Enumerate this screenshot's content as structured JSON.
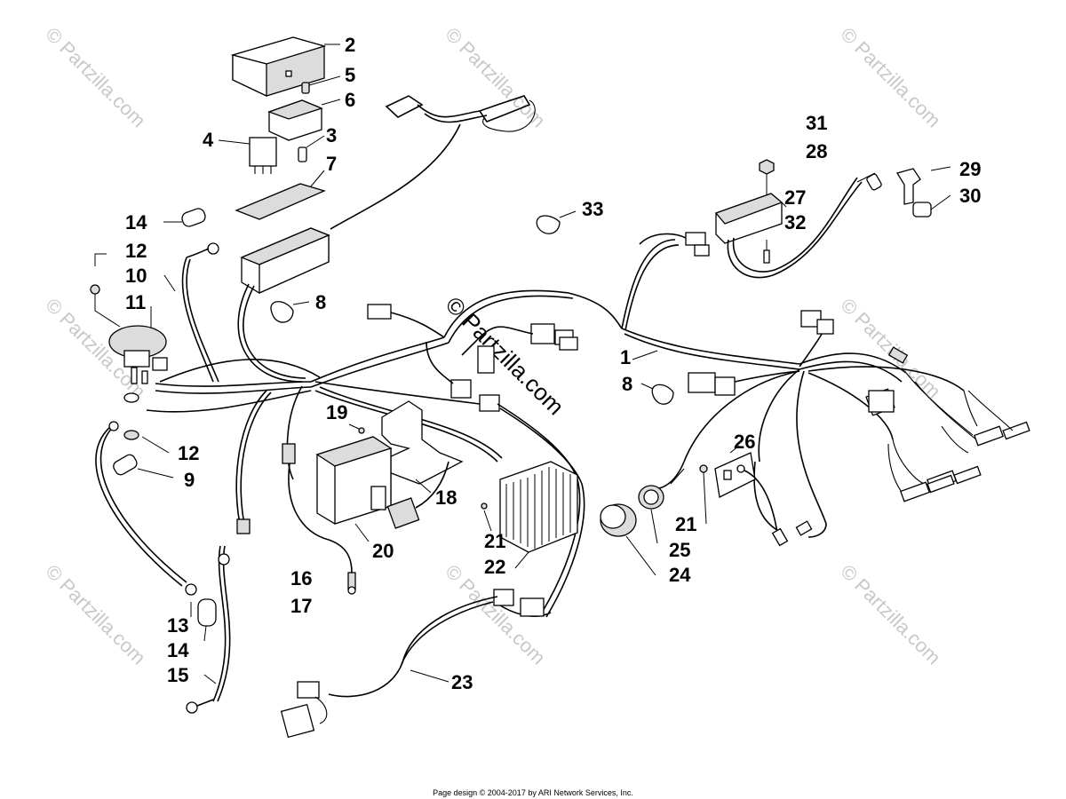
{
  "watermark": "© Partzilla.com",
  "footer": "Page design © 2004-2017 by ARI Network Services, Inc.",
  "callouts": [
    {
      "id": "c2",
      "text": "2"
    },
    {
      "id": "c5",
      "text": "5"
    },
    {
      "id": "c6",
      "text": "6"
    },
    {
      "id": "c4",
      "text": "4"
    },
    {
      "id": "c3",
      "text": "3"
    },
    {
      "id": "c7",
      "text": "7"
    },
    {
      "id": "c14a",
      "text": "14"
    },
    {
      "id": "c12a",
      "text": "12"
    },
    {
      "id": "c10",
      "text": "10"
    },
    {
      "id": "c11",
      "text": "11"
    },
    {
      "id": "c8a",
      "text": "8"
    },
    {
      "id": "c12b",
      "text": "12"
    },
    {
      "id": "c9",
      "text": "9"
    },
    {
      "id": "c31",
      "text": "31"
    },
    {
      "id": "c28",
      "text": "28"
    },
    {
      "id": "c29",
      "text": "29"
    },
    {
      "id": "c30",
      "text": "30"
    },
    {
      "id": "c27",
      "text": "27"
    },
    {
      "id": "c32",
      "text": "32"
    },
    {
      "id": "c33",
      "text": "33"
    },
    {
      "id": "c1",
      "text": "1"
    },
    {
      "id": "c8b",
      "text": "8"
    },
    {
      "id": "c19",
      "text": "19"
    },
    {
      "id": "c18",
      "text": "18"
    },
    {
      "id": "c20",
      "text": "20"
    },
    {
      "id": "c16",
      "text": "16"
    },
    {
      "id": "c17",
      "text": "17"
    },
    {
      "id": "c21a",
      "text": "21"
    },
    {
      "id": "c22",
      "text": "22"
    },
    {
      "id": "c24",
      "text": "24"
    },
    {
      "id": "c25",
      "text": "25"
    },
    {
      "id": "c21b",
      "text": "21"
    },
    {
      "id": "c26",
      "text": "26"
    },
    {
      "id": "c13",
      "text": "13"
    },
    {
      "id": "c14b",
      "text": "14"
    },
    {
      "id": "c15",
      "text": "15"
    },
    {
      "id": "c23",
      "text": "23"
    }
  ]
}
